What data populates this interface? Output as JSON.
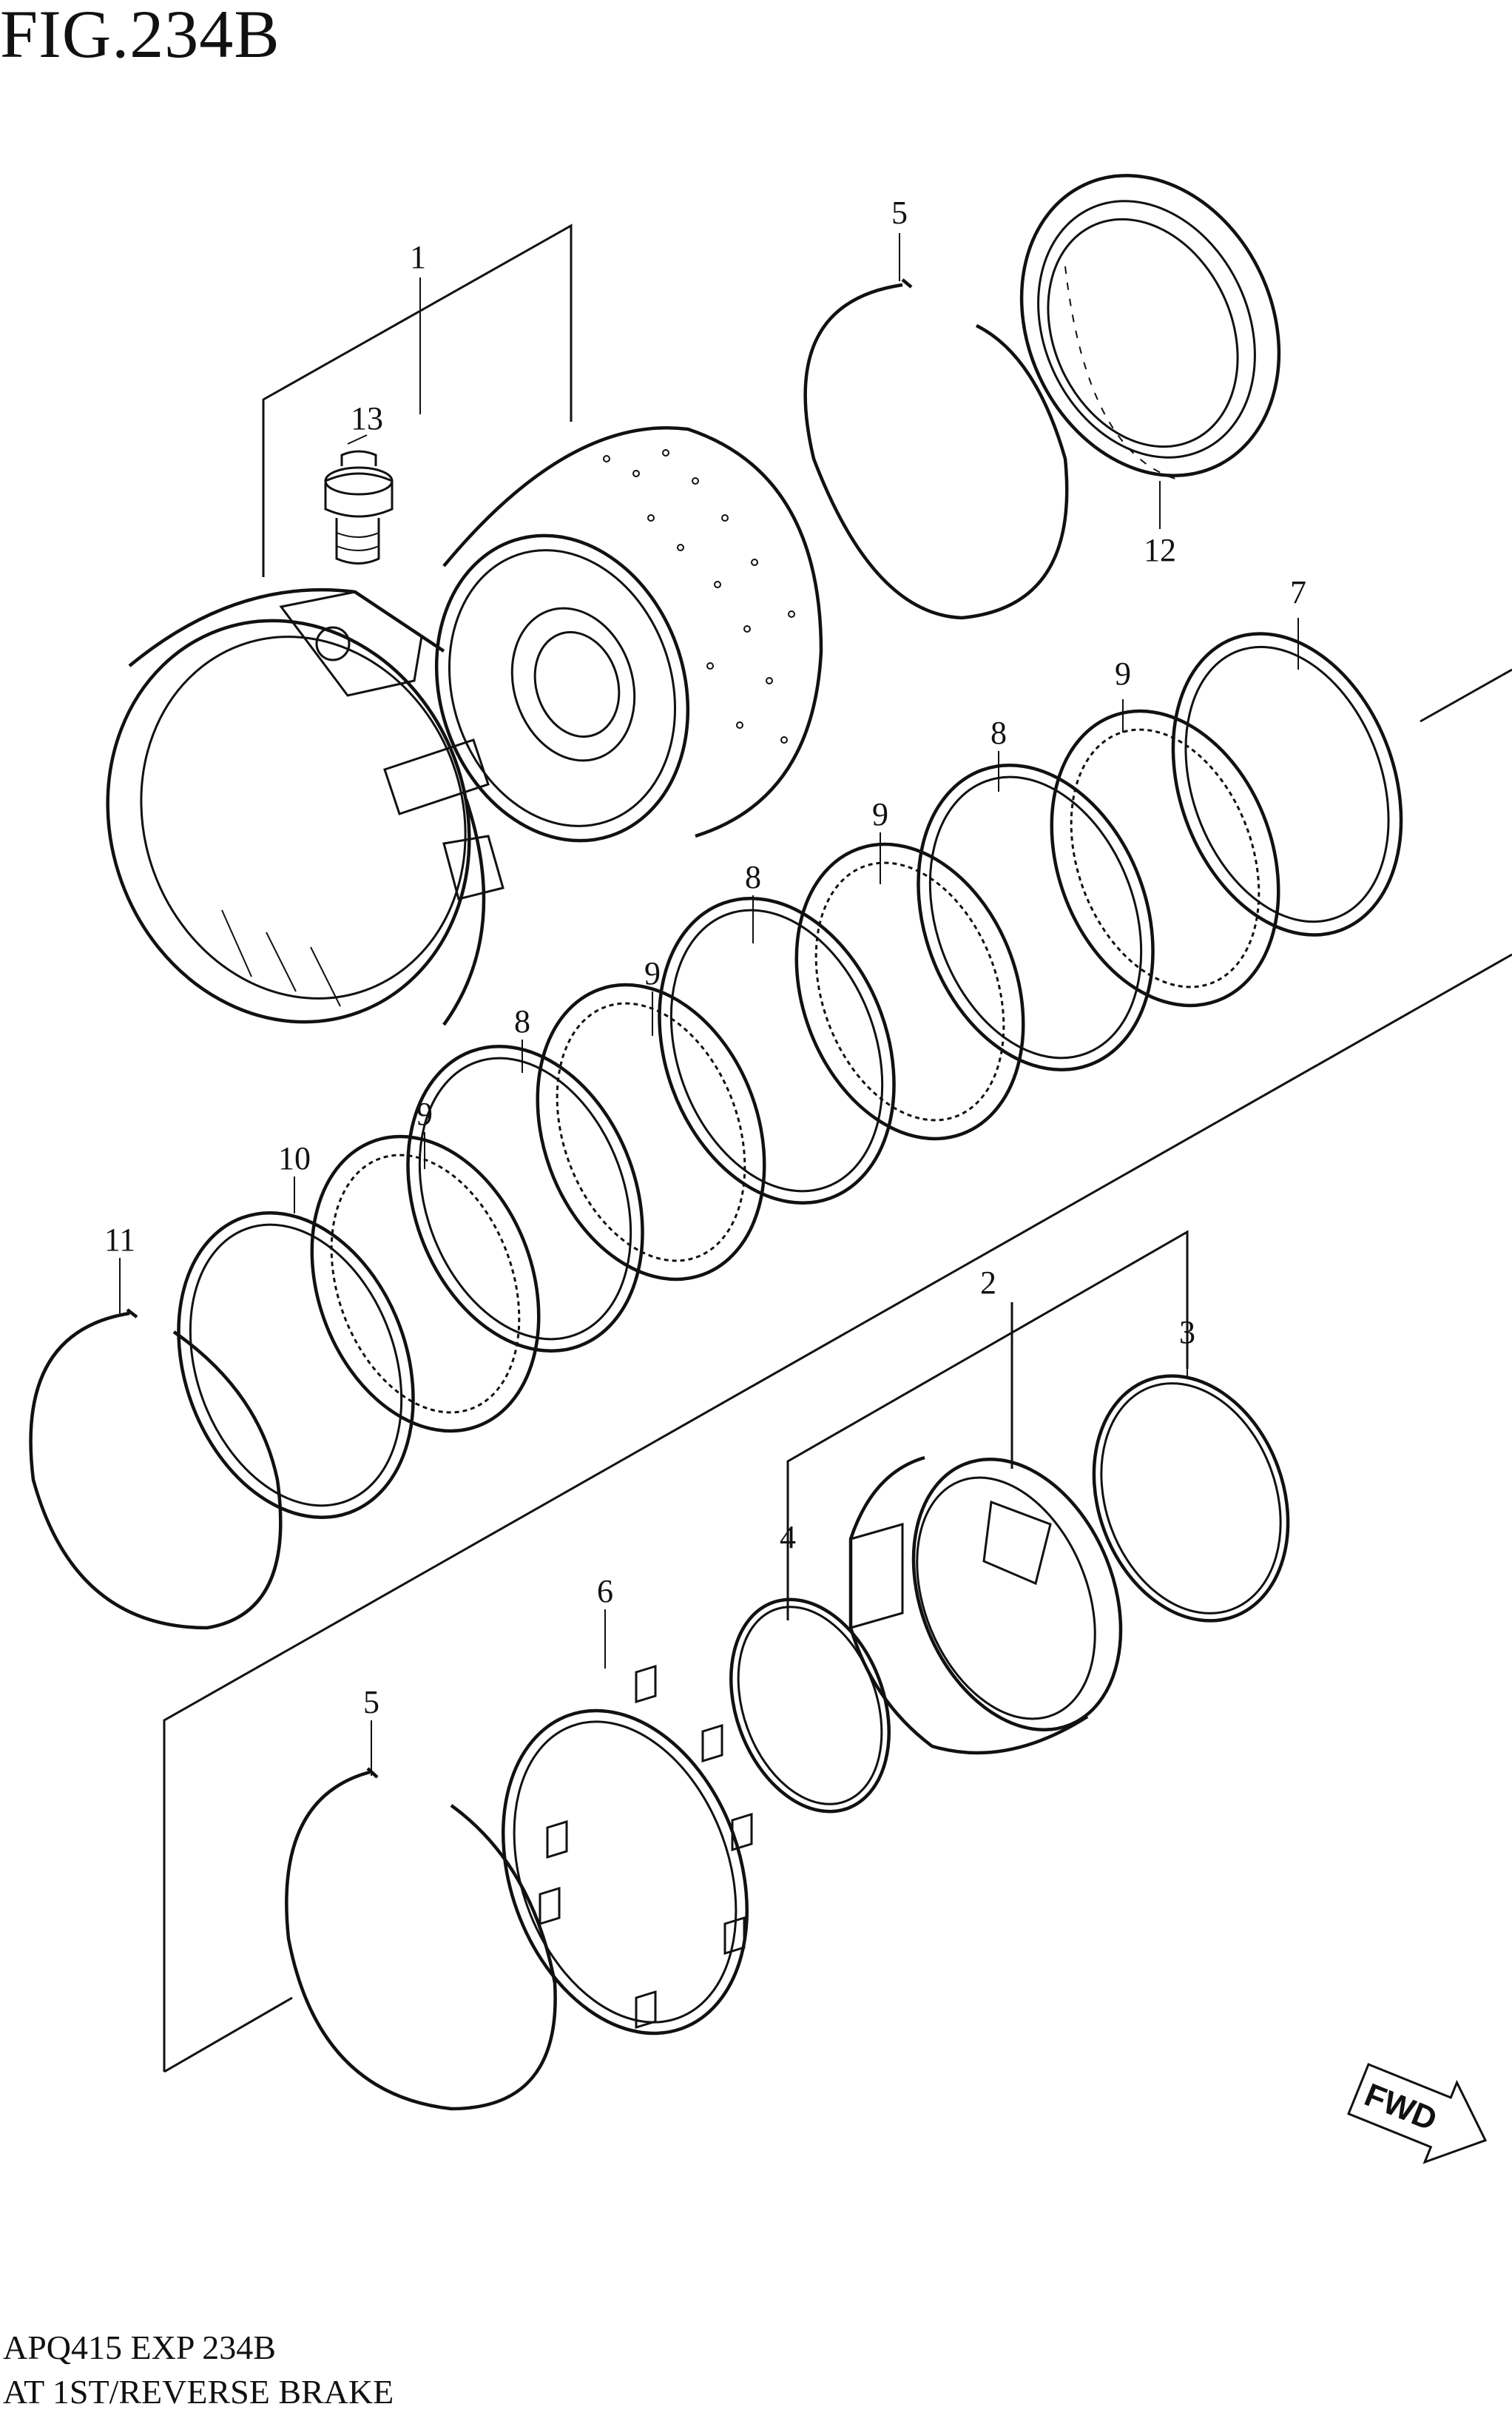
{
  "figure_title": "FIG.234B",
  "footer": {
    "code": "APQ415 EXP 234B",
    "caption": "AT 1ST/REVERSE BRAKE"
  },
  "direction_badge": "FWD",
  "callouts": {
    "c1": "1",
    "c2": "2",
    "c3": "3",
    "c4": "4",
    "c5a": "5",
    "c5b": "5",
    "c6": "6",
    "c7": "7",
    "c8a": "8",
    "c8b": "8",
    "c8c": "8",
    "c9a": "9",
    "c9b": "9",
    "c9c": "9",
    "c9d": "9",
    "c10": "10",
    "c11": "11",
    "c12": "12",
    "c13": "13"
  },
  "icons": [
    "fwd-arrow-icon"
  ]
}
